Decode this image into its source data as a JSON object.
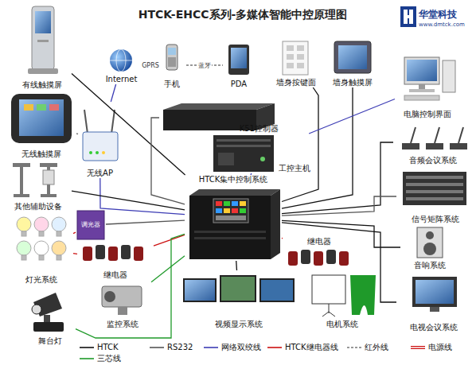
{
  "diagram": {
    "title": "HTCK-EHCC系列-多媒体智能中控原理图",
    "nodes": [
      {
        "text": [
          "有线触摸屏"
        ]
      },
      {
        "text": [
          "无线触摸屏"
        ]
      },
      {
        "text": [
          "其他辅助设备"
        ]
      },
      {
        "text": [
          "灯光系统"
        ]
      },
      {
        "text": [
          "舞台灯"
        ]
      },
      {
        "text": [
          "Internet"
        ]
      },
      {
        "text": [
          "手机"
        ]
      },
      {
        "text": [
          "PDA"
        ]
      },
      {
        "text": [
          "墙身按键面"
        ]
      },
      {
        "text": [
          "墙身触摸屏"
        ]
      },
      {
        "text": [
          "电脑控制界面"
        ]
      },
      {
        "text": [
          "K51控制器"
        ]
      },
      {
        "text": [
          "工控主机"
        ]
      },
      {
        "text": [
          "无线AP"
        ]
      },
      {
        "text": [
          "HTCK集中控制系统"
        ]
      },
      {
        "text": [
          "调光器"
        ]
      },
      {
        "text": [
          "继电器"
        ]
      },
      {
        "text": [
          "继电器"
        ]
      },
      {
        "text": [
          "监控系统"
        ]
      },
      {
        "text": [
          "视频显示系统"
        ]
      },
      {
        "text": [
          "电机系统"
        ]
      },
      {
        "text": [
          "音频会议系统"
        ]
      },
      {
        "text": [
          "信号矩阵系统"
        ]
      },
      {
        "text": [
          "音响系统"
        ]
      },
      {
        "text": [
          "电视会议系统"
        ]
      }
    ],
    "edges": [
      {
        "from": 5,
        "to": 6,
        "label": "GPRS",
        "arrow": "none"
      },
      {
        "from": 6,
        "to": 7,
        "label": "蓝牙",
        "arrow": "none"
      },
      {
        "from": 5,
        "to": 13,
        "arrow": "none"
      },
      {
        "from": 13,
        "to": 14,
        "arrow": "none"
      },
      {
        "from": 0,
        "to": 14,
        "arrow": "none"
      },
      {
        "from": 1,
        "to": 13,
        "arrow": "none"
      },
      {
        "from": 2,
        "to": 14,
        "arrow": "none"
      },
      {
        "from": 3,
        "to": 15,
        "arrow": "none"
      },
      {
        "from": 15,
        "to": 14,
        "arrow": "none"
      },
      {
        "from": 16,
        "to": 14,
        "arrow": "none"
      },
      {
        "from": 4,
        "to": 14,
        "arrow": "none"
      },
      {
        "from": 18,
        "to": 14,
        "arrow": "none"
      },
      {
        "from": 19,
        "to": 14,
        "arrow": "none"
      },
      {
        "from": 17,
        "to": 14,
        "arrow": "none"
      },
      {
        "from": 20,
        "to": 17,
        "arrow": "none"
      },
      {
        "from": 8,
        "to": 14,
        "arrow": "none"
      },
      {
        "from": 9,
        "to": 14,
        "arrow": "none"
      },
      {
        "from": 10,
        "to": 12,
        "arrow": "none"
      },
      {
        "from": 11,
        "to": 14,
        "arrow": "none"
      },
      {
        "from": 12,
        "to": 14,
        "arrow": "none"
      },
      {
        "from": 21,
        "to": 14,
        "arrow": "none"
      },
      {
        "from": 22,
        "to": 14,
        "arrow": "none"
      },
      {
        "from": 23,
        "to": 14,
        "arrow": "none"
      },
      {
        "from": 24,
        "to": 14,
        "arrow": "none"
      },
      {
        "from": 16,
        "to": 3,
        "arrow": "none"
      }
    ],
    "labels": [
      "华堂科技",
      "www.dmtck.com"
    ],
    "legend": [
      {
        "text": "HTCK"
      },
      {
        "text": "RS232"
      },
      {
        "text": "网络双绞线"
      },
      {
        "text": "HTCK继电器线"
      },
      {
        "text": "红外线"
      },
      {
        "text": "电源线"
      },
      {
        "text": "三芯线"
      }
    ]
  }
}
